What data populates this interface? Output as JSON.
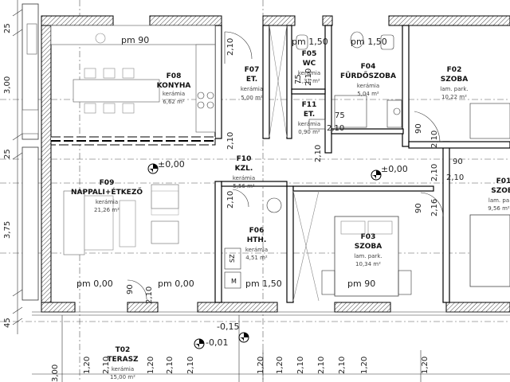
{
  "rooms": {
    "f08": {
      "code": "F08",
      "name": "KONYHA",
      "finish": "kerámia",
      "area": "6,62 m²"
    },
    "f07": {
      "code": "F07",
      "name": "ET.",
      "finish": "kerámia",
      "area": "5,00 m²"
    },
    "f05": {
      "code": "F05",
      "name": "WC",
      "finish": "kerámia",
      "area": "1,31 m²"
    },
    "f04": {
      "code": "F04",
      "name": "FÜRDŐSZOBA",
      "finish": "kerámia",
      "area": "5,04 m²"
    },
    "f02": {
      "code": "F02",
      "name": "SZOBA",
      "finish": "lam. park.",
      "area": "10,22 m²"
    },
    "f11": {
      "code": "F11",
      "name": "ET.",
      "finish": "kerámia",
      "area": "0,90 m²"
    },
    "f10": {
      "code": "F10",
      "name": "KZL.",
      "finish": "kerámia",
      "area": "5,56 m²"
    },
    "f09": {
      "code": "F09",
      "name": "NAPPALI+ÉTKEZŐ",
      "finish": "kerámia",
      "area": "21,26 m²"
    },
    "f06": {
      "code": "F06",
      "name": "HTH.",
      "finish": "kerámia",
      "area": "4,51 m²"
    },
    "f03": {
      "code": "F03",
      "name": "SZOBA",
      "finish": "lam. park.",
      "area": "10,34 m²"
    },
    "f01": {
      "code": "F01",
      "name": "SZOB",
      "finish": "lam. pa",
      "area": "9,56 m²"
    },
    "t02": {
      "code": "T02",
      "name": "TERASZ",
      "finish": "kerámia",
      "area": "15,00 m²"
    }
  },
  "sill_labels": {
    "konyha_top": "pm 90",
    "wc_top": "pm 1,50",
    "bath_top": "pm 1,50",
    "living_left": "pm 0,00",
    "living_right": "pm 0,00",
    "hth_bottom": "pm 1,50",
    "room_bottom": "pm 90"
  },
  "levels": {
    "living": "±0,00",
    "hall": "±0,00",
    "outside_1": "-0,15",
    "outside_2": "-0,01"
  },
  "opening_dims": {
    "d_et_top": "2,10",
    "d_wc_a": "75",
    "d_wc_b": "2,10",
    "d_f11_a": "75",
    "d_f11_b": "2,10",
    "d_f02_a": "90",
    "d_f02_b": "2,10",
    "d_f01_a": "90",
    "d_f01_b": "2,10",
    "d_kzl_v1": "2,10",
    "d_kzl_v2": "2,10",
    "d_f06_v": "2,10",
    "d_f03_a": "90",
    "d_f03_b": "2,16",
    "d_liv_a": "90",
    "d_liv_b": "2,10",
    "d_f08_v": "2,10"
  },
  "left_dims": {
    "d1": "25",
    "d2": "3,00",
    "d3": "25",
    "d4": "3,75",
    "d5": "45"
  },
  "bottom_dims": {
    "b1": "1,20",
    "b2": "2,10",
    "b3": "1,20",
    "b4": "2,10",
    "b5": "2,10",
    "b6": "1,20",
    "b7": "1,20",
    "b8": "2,10",
    "b9": "2,10",
    "b10": "2,10",
    "b11": "1,20",
    "b12": "1,20",
    "b13": "3,00"
  },
  "fixtures": {
    "outlet_hth": "SZ",
    "outlet_small": "M"
  }
}
